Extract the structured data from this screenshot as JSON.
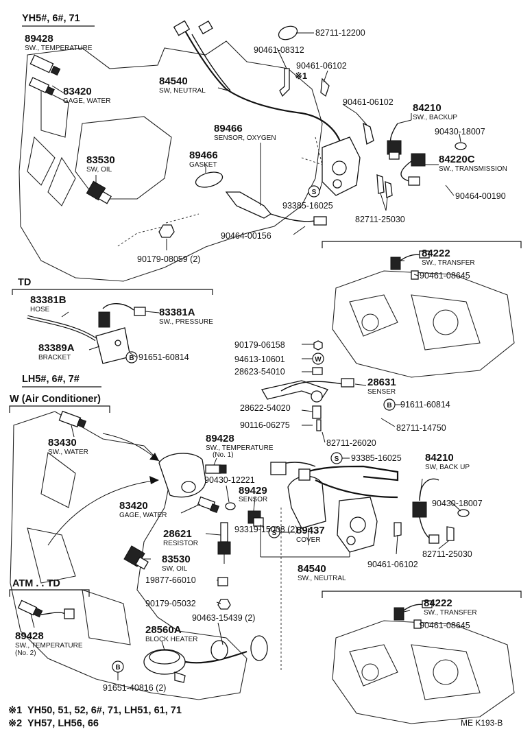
{
  "sections": {
    "s1": "YH5#, 6#, 71",
    "s2": "TD",
    "s3": "LH5#, 6#, 7#",
    "s4": "W (Air Conditioner)",
    "s5": "ATM . . TD"
  },
  "parts": [
    {
      "id": "p89428a",
      "num": "89428",
      "name": "SW., TEMPERATURE"
    },
    {
      "id": "p83420a",
      "num": "83420",
      "name": "GAGE, WATER"
    },
    {
      "id": "p83530a",
      "num": "83530",
      "name": "SW, OIL"
    },
    {
      "id": "p84540a",
      "num": "84540",
      "name": "SW, NEUTRAL"
    },
    {
      "id": "p89466s",
      "num": "89466",
      "name": "SENSOR, OXYGEN"
    },
    {
      "id": "p89466g",
      "num": "89466",
      "name": "GASKET"
    },
    {
      "id": "p84210a",
      "num": "84210",
      "name": "SW., BACKUP"
    },
    {
      "id": "p84220c",
      "num": "84220C",
      "name": "SW., TRANSMISSION"
    },
    {
      "id": "p84222a",
      "num": "84222",
      "name": "SW., TRANSFER"
    },
    {
      "id": "p83381b",
      "num": "83381B",
      "name": "HOSE"
    },
    {
      "id": "p83381a",
      "num": "83381A",
      "name": "SW., PRESSURE"
    },
    {
      "id": "p83389a",
      "num": "83389A",
      "name": "BRACKET"
    },
    {
      "id": "p28631",
      "num": "28631",
      "name": "SENSER"
    },
    {
      "id": "p83430",
      "num": "83430",
      "name": "SW., WATER"
    },
    {
      "id": "p89428b",
      "num": "89428",
      "name": "SW., TEMPERATURE",
      "name2": "(No. 1)"
    },
    {
      "id": "p89429",
      "num": "89429",
      "name": "SENSOR"
    },
    {
      "id": "p83420b",
      "num": "83420",
      "name": "GAGE, WATER"
    },
    {
      "id": "p28621",
      "num": "28621",
      "name": "RESISTOR"
    },
    {
      "id": "p83530b",
      "num": "83530",
      "name": "SW, OIL"
    },
    {
      "id": "p89437",
      "num": "89437",
      "name": "COVER"
    },
    {
      "id": "p84540b",
      "num": "84540",
      "name": "SW., NEUTRAL"
    },
    {
      "id": "p84210b",
      "num": "84210",
      "name": "SW, BACK UP"
    },
    {
      "id": "p84222b",
      "num": "84222",
      "name": "SW., TRANSFER"
    },
    {
      "id": "p89428c",
      "num": "89428",
      "name": "SW., TEMPERATURE",
      "name2": "(No. 2)"
    },
    {
      "id": "p28560a",
      "num": "28560A",
      "name": "BLOCK HEATER"
    }
  ],
  "codes": {
    "c1": "82711-12200",
    "c2": "90461-08312",
    "c3": "90461-06102",
    "c4": "90461-06102",
    "c5": "90430-18007",
    "c6": "90464-00190",
    "c7": "93385-16025",
    "c8": "82711-25030",
    "c9": "90464-00156",
    "c10": "90179-08059 (2)",
    "c11": "90461-08645",
    "c12": "91651-60814",
    "c13": "90179-06158",
    "c14": "94613-10601",
    "c15": "28623-54010",
    "c16": "91611-60814",
    "c17": "28622-54020",
    "c18": "82711-14750",
    "c19": "90116-06275",
    "c20": "82711-26020",
    "c21": "93385-16025",
    "c22": "90430-12221",
    "c23": "90430-18007",
    "c24": "93319-15008 (2)",
    "c25": "82711-25030",
    "c26": "90461-06102",
    "c27": "19877-66010",
    "c28": "90179-05032",
    "c29": "90463-15439 (2)",
    "c30": "90461-08645",
    "c31": "91651-40816 (2)"
  },
  "marks": {
    "star1": "※1",
    "S": "S",
    "W": "W",
    "B": "B"
  },
  "footnotes": {
    "n1_mark": "※1",
    "n1_text": "YH50, 51, 52, 6#, 71, LH51, 61, 71",
    "n2_mark": "※2",
    "n2_text": "YH57, LH56, 66"
  },
  "drawing_code": "ME  K193-B"
}
